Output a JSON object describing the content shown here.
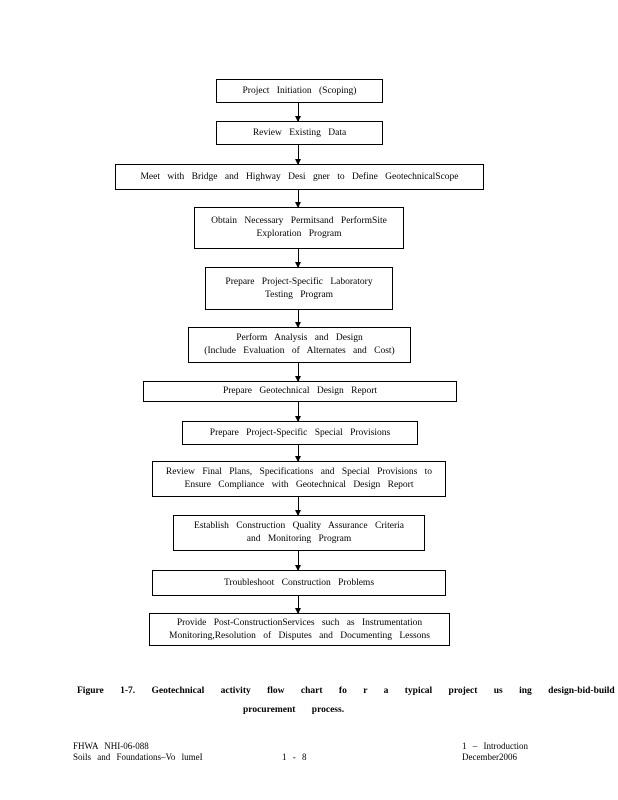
{
  "flowchart": {
    "steps": [
      {
        "lines": [
          "Project Initiation (Scoping)"
        ]
      },
      {
        "lines": [
          "Review Existing Data"
        ]
      },
      {
        "lines": [
          "Meet with Bridge and Highway Desi gner to Define GeotechnicalScope"
        ]
      },
      {
        "lines": [
          "Obtain Necessary Permitsand PerformSite",
          "Exploration Program"
        ]
      },
      {
        "lines": [
          "Prepare Project-Specific Laboratory",
          "Testing Program"
        ]
      },
      {
        "lines": [
          "Perform Analysis and Design",
          "(Include Evaluation of Alternates and Cost)"
        ]
      },
      {
        "lines": [
          "Prepare Geotechnical Design Report"
        ]
      },
      {
        "lines": [
          "Prepare Project-Specific Special Provisions"
        ]
      },
      {
        "lines": [
          "Review Final Plans, Specifications and Special Provisions to",
          "Ensure Compliance with Geotechnical Design Report"
        ]
      },
      {
        "lines": [
          "Establish Construction Quality Assurance Criteria",
          "and Monitoring Program"
        ]
      },
      {
        "lines": [
          "Troubleshoot Construction Problems"
        ]
      },
      {
        "lines": [
          "Provide Post-ConstructionServices such as Instrumentation",
          "Monitoring,Resolution of Disputes and Documenting Lessons"
        ]
      }
    ]
  },
  "caption": {
    "line1": "Figure 1-7. Geotechnical activity flow chart fo r a typical project us ing design-bid-build",
    "line2": "procurement process."
  },
  "footer": {
    "left1": "FHWA NHI-06-088",
    "left2": "Soils and Foundations–Vo lumeI",
    "center": "1 - 8",
    "right1": "1 – Introduction",
    "right2": "December2006"
  }
}
